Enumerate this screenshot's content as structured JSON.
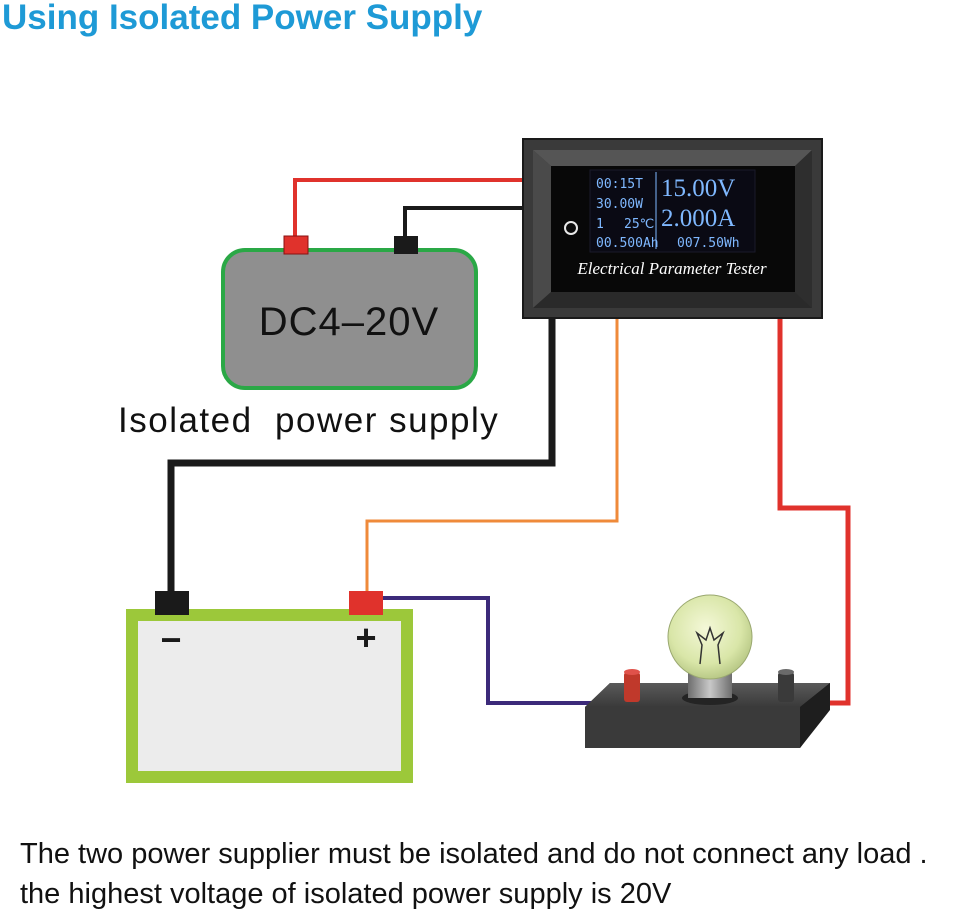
{
  "title": "Using Isolated Power Supply",
  "isolated_supply": {
    "voltage_label": "DC4–20V",
    "caption": "Isolated  power supply"
  },
  "meter": {
    "name": "Electrical Parameter Tester",
    "time": "00:15T",
    "power": "30.00W",
    "channel": "1",
    "temperature": "25℃",
    "capacity": "00.500Ah",
    "voltage": "15.00V",
    "current": "2.000A",
    "energy": "007.50Wh"
  },
  "battery": {
    "negative_symbol": "−",
    "positive_symbol": "+"
  },
  "notes": [
    "The two power supplier must be isolated and do not connect any load .",
    "the highest voltage of isolated power supply is 20V"
  ],
  "colors": {
    "title": "#1e9ad6",
    "red_wire": "#e0322c",
    "black_wire": "#1a1a1a",
    "orange_wire": "#ef8a3a",
    "purple_wire": "#3c2a7a",
    "battery_body": "#9cc83a",
    "supply_border": "#2aa846",
    "screen_text": "#7fb8ff"
  }
}
